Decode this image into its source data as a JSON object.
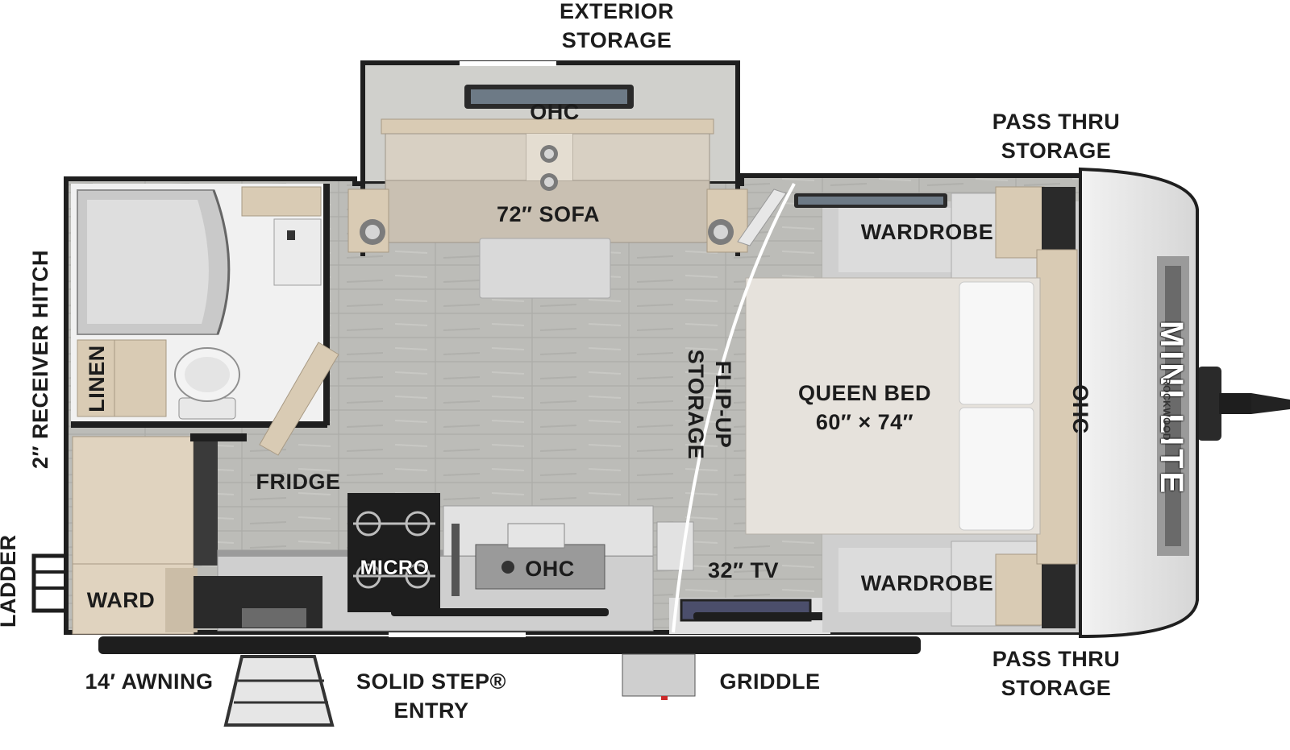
{
  "labels": {
    "exterior_storage": [
      "EXTERIOR",
      "STORAGE"
    ],
    "pass_thru_top": [
      "PASS THRU",
      "STORAGE"
    ],
    "pass_thru_bottom": [
      "PASS THRU",
      "STORAGE"
    ],
    "ohc_slide": "OHC",
    "sofa": "72″ SOFA",
    "wardrobe_top": "WARDROBE",
    "wardrobe_bottom": "WARDROBE",
    "receiver_hitch": "2″ RECEIVER HITCH",
    "linen": "LINEN",
    "fridge": "FRIDGE",
    "flip_up_storage": [
      "FLIP-UP",
      "STORAGE"
    ],
    "queen_bed": [
      "QUEEN BED",
      "60″ × 74″"
    ],
    "ohc_front": "OHC",
    "ladder": "LADDER",
    "ward": "WARD",
    "micro": "MICRO",
    "ohc_kitchen": "OHC",
    "tv": "32″ TV",
    "awning": "14′ AWNING",
    "entry": [
      "SOLID STEP®",
      "ENTRY"
    ],
    "griddle": "GRIDDLE"
  },
  "brand": {
    "model": "MINI LITE",
    "maker": "ROCKWOOD"
  },
  "colors": {
    "floor": "#bdbdb9",
    "wall": "#1f1f1f",
    "cabinet": "#d9cbb4",
    "sofa": "#c9c0b2",
    "bed": "#e6e2dc"
  }
}
